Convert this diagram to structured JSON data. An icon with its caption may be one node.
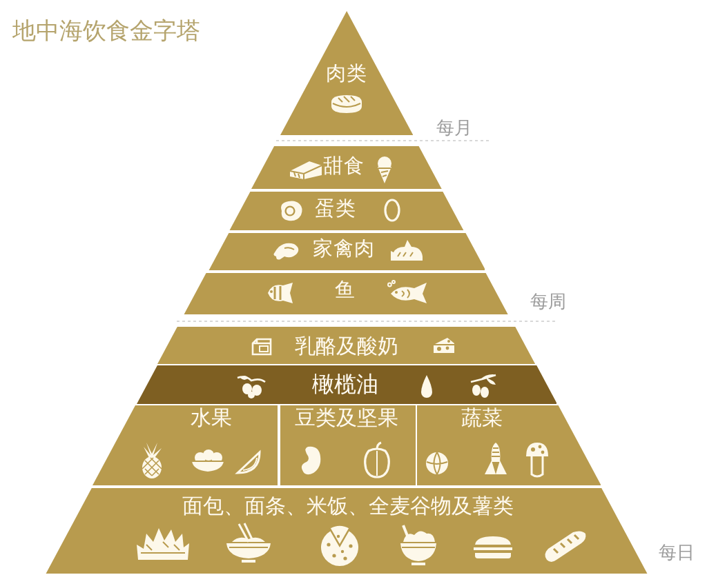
{
  "diagram": {
    "title": "地中海饮食金字塔",
    "nodes": [
      {
        "text": [
          "肉类"
        ]
      },
      {
        "text": [
          "甜食"
        ]
      },
      {
        "text": [
          "蛋类"
        ]
      },
      {
        "text": [
          "家禽肉"
        ]
      },
      {
        "text": [
          "鱼"
        ]
      },
      {
        "text": [
          "乳酪及酸奶"
        ]
      },
      {
        "text": [
          "橄榄油"
        ]
      },
      {
        "text": [
          "水果"
        ]
      },
      {
        "text": [
          "豆类及坚果"
        ]
      },
      {
        "text": [
          "蔬菜"
        ]
      },
      {
        "text": [
          "面包、面条、米饭、全麦谷物及薯类"
        ]
      }
    ],
    "labels": [
      "每月",
      "每周",
      "每日"
    ]
  }
}
